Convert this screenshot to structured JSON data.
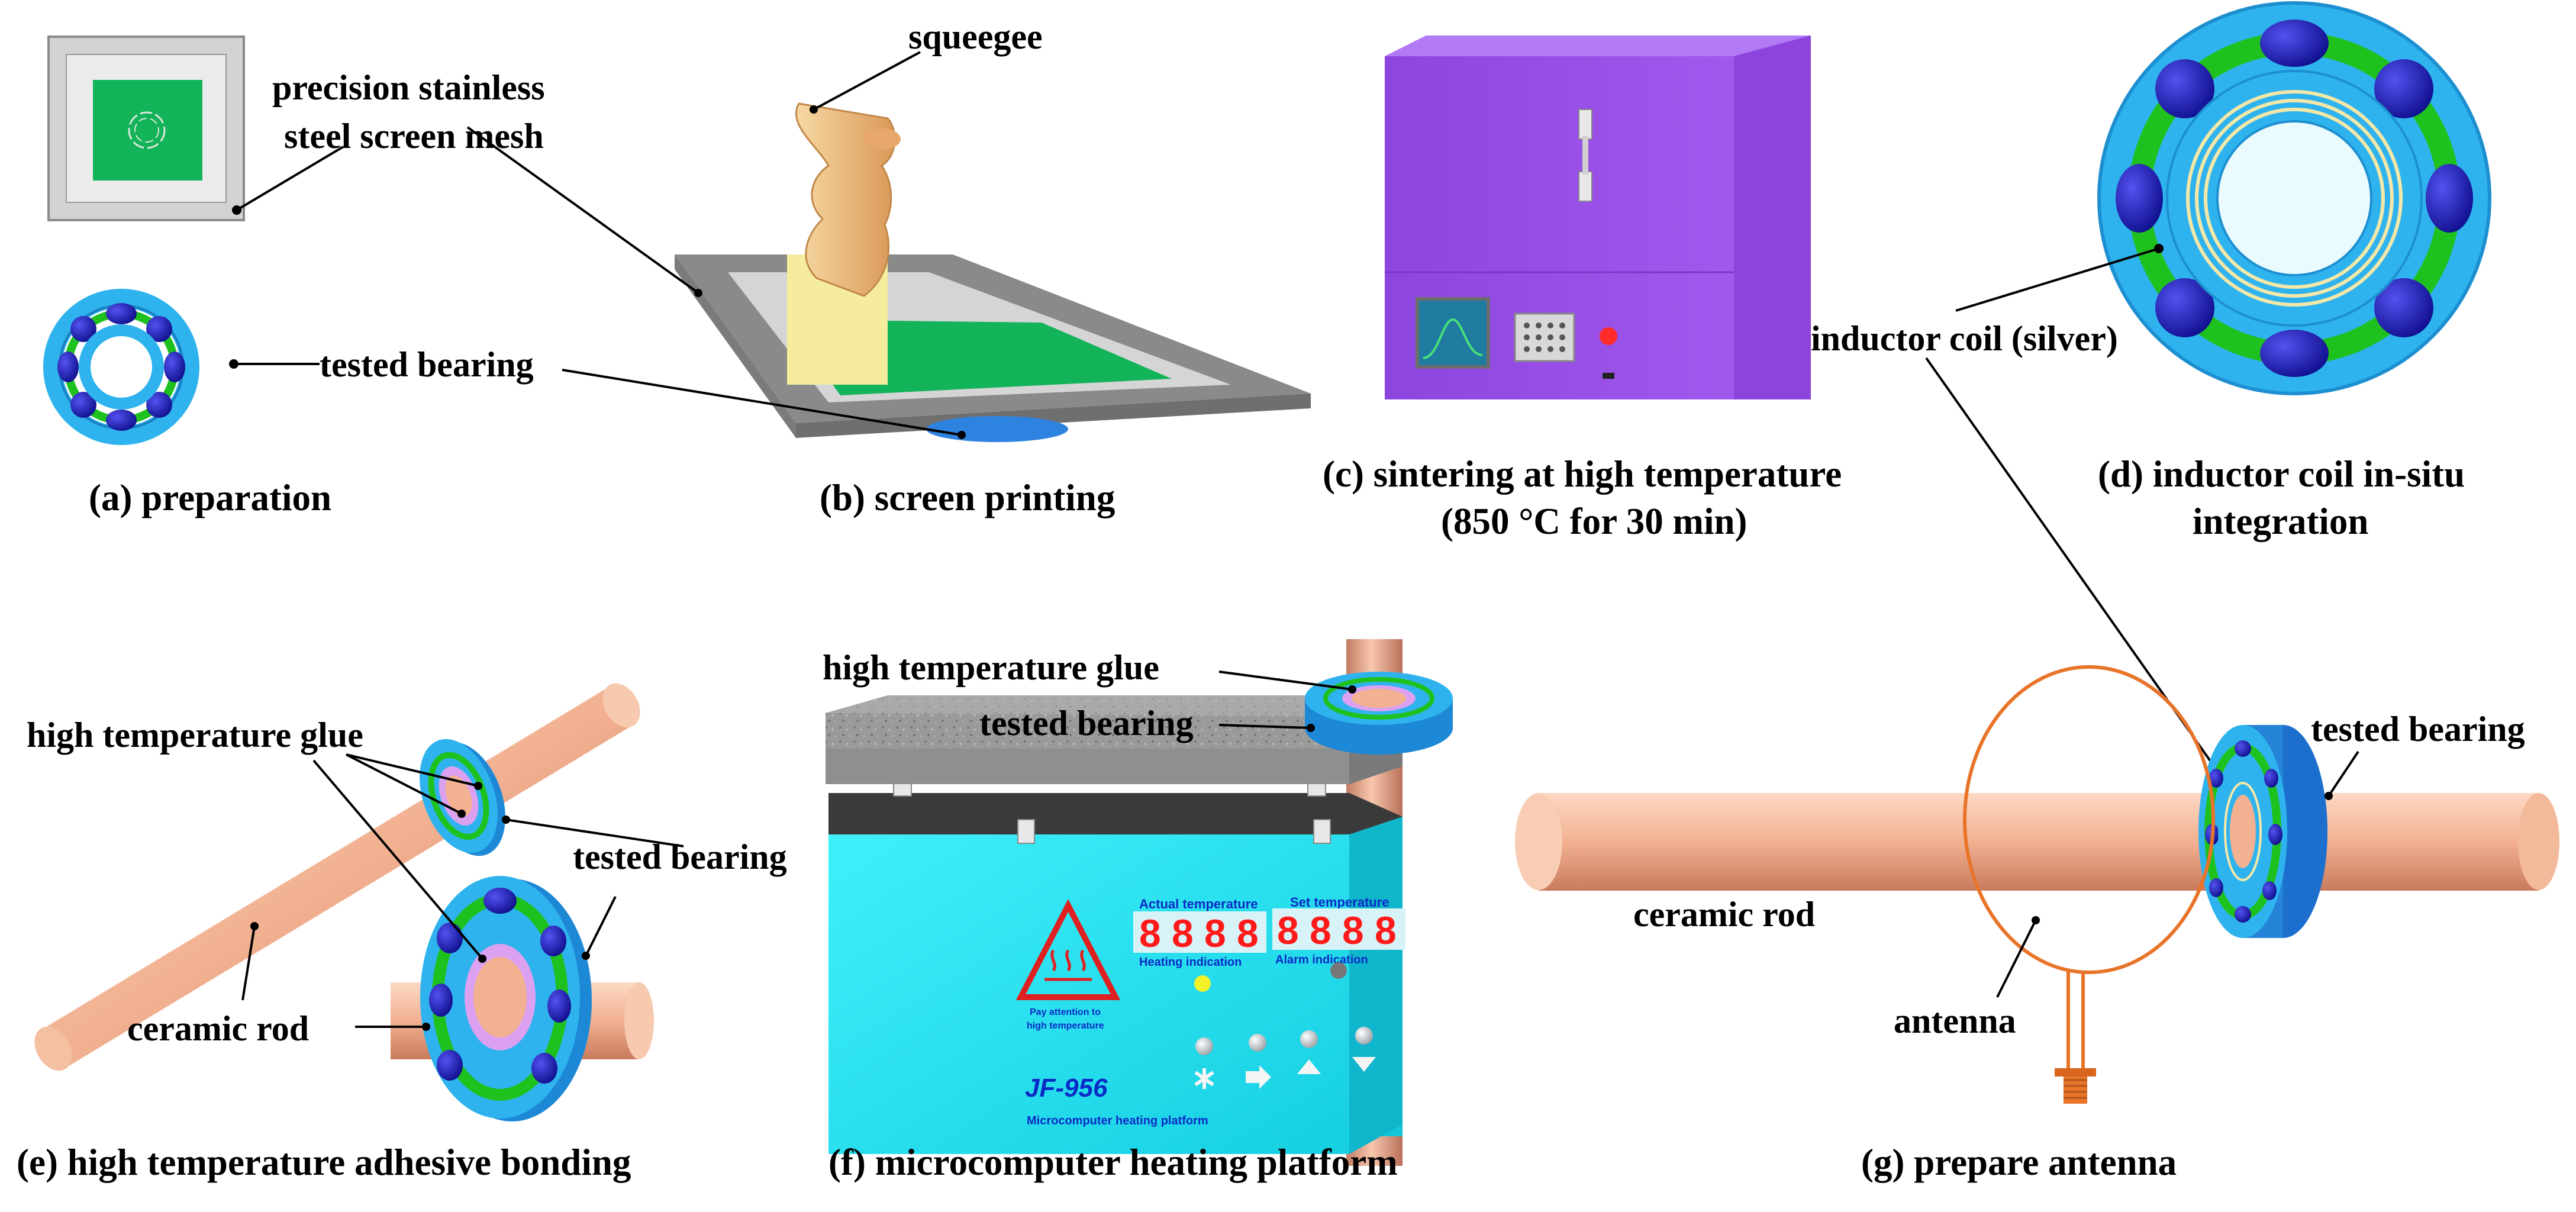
{
  "colors": {
    "bearing_outer": "#2fb3ee",
    "bearing_ring": "#1fc11f",
    "bearing_ball": "#1a18c8",
    "green_mesh": "#13b35a",
    "oven_purple": "#9b54e8",
    "platform_cyan": "#22e2f0",
    "rod": "#f2b99a",
    "antenna": "#e8742a",
    "digit_red": "#ff1a1a"
  },
  "captions": {
    "a": "(a) preparation",
    "b": "(b) screen printing",
    "c_line1": "(c) sintering at high temperature",
    "c_line2": "(850 °C for 30 min)",
    "d_line1": "(d) inductor coil in-situ",
    "d_line2": "integration",
    "e": "(e) high temperature adhesive bonding",
    "f": "(f) microcomputer heating platform",
    "g": "(g) prepare antenna"
  },
  "labels": {
    "mesh_line1": "precision stainless",
    "mesh_line2": "steel screen mesh",
    "tested_bearing": "tested bearing",
    "squeegee": "squeegee",
    "inductor_coil": "inductor coil (silver)",
    "high_temp_glue": "high temperature glue",
    "ceramic_rod": "ceramic rod",
    "antenna": "antenna"
  },
  "platform": {
    "actual_temperature": "Actual temperature",
    "set_temperature": "Set temperature",
    "heating_indication": "Heating indication",
    "alarm_indication": "Alarm indication",
    "digit": "8",
    "warning_line1": "Pay attention to",
    "warning_line2": "high temperature",
    "model": "JF-956",
    "name": "Microcomputer heating platform"
  },
  "icons": [
    "warning-triangle-icon",
    "heat-waves-icon",
    "asterisk-icon",
    "arrow-right-icon",
    "arrow-up-icon",
    "arrow-down-icon"
  ]
}
